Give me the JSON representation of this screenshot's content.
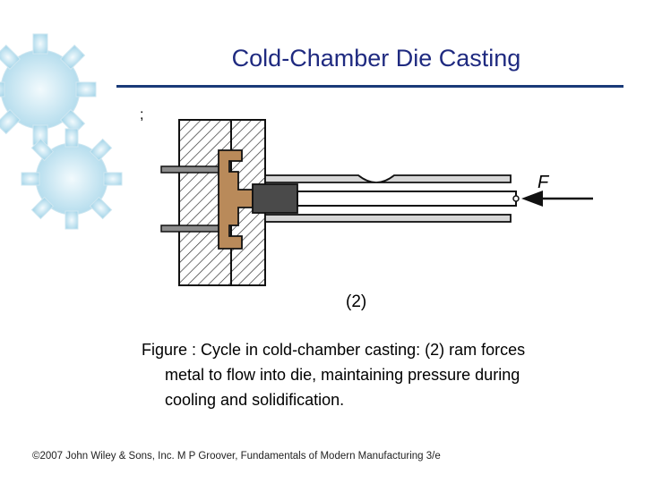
{
  "slide": {
    "title": "Cold‑Chamber Die Casting",
    "marker": ";"
  },
  "figure": {
    "force_label": "F",
    "step_label": "(2)",
    "caption_line1": "Figure : Cycle in cold‑chamber casting: (2) ram forces",
    "caption_line2": "metal to flow into die, maintaining pressure during",
    "caption_line3": "cooling and solidification."
  },
  "footer": {
    "text": "©2007 John Wiley & Sons, Inc. M P Groover, Fundamentals of Modern Manufacturing 3/e"
  },
  "colors": {
    "title": "#1f2a80",
    "rule": "#1a3a78",
    "gear": "#a9d7ea",
    "metal": "#b98a5a",
    "ram": "#4a4a4a"
  },
  "icons": [
    "gear-icon-large",
    "gear-icon-small",
    "arrow-left-icon"
  ]
}
